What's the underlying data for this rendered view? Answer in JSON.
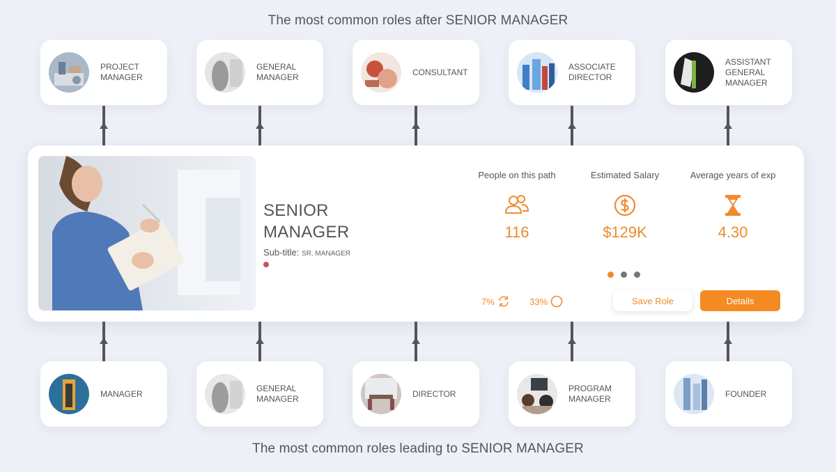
{
  "headings": {
    "top": "The most common roles after SENIOR MANAGER",
    "bottom": "The most common roles leading to SENIOR MANAGER"
  },
  "roles_after": [
    {
      "label": "PROJECT MANAGER"
    },
    {
      "label": "GENERAL MANAGER"
    },
    {
      "label": "CONSULTANT"
    },
    {
      "label": "ASSOCIATE DIRECTOR"
    },
    {
      "label": "ASSISTANT GENERAL MANAGER"
    }
  ],
  "roles_before": [
    {
      "label": "MANAGER"
    },
    {
      "label": "GENERAL MANAGER"
    },
    {
      "label": "DIRECTOR"
    },
    {
      "label": "PROGRAM MANAGER"
    },
    {
      "label": "FOUNDER"
    }
  ],
  "current_role": {
    "title": "SENIOR MANAGER",
    "subtitle_label": "Sub-title:",
    "subtitle_value": "SR. MANAGER"
  },
  "stats": {
    "people": {
      "label": "People on this path",
      "value": "116",
      "icon": "people-icon"
    },
    "salary": {
      "label": "Estimated Salary",
      "value": "$129K",
      "icon": "dollar-icon"
    },
    "experience": {
      "label": "Average years of exp",
      "value": "4.30",
      "icon": "hourglass-icon"
    }
  },
  "mini_stats": {
    "cycle": {
      "value": "7%",
      "icon": "refresh-icon"
    },
    "circle": {
      "value": "33%",
      "icon": "circle-icon"
    }
  },
  "buttons": {
    "save": "Save Role",
    "details": "Details"
  },
  "carousel": {
    "count": 3,
    "active_index": 0
  },
  "colors": {
    "accent": "#f58a22",
    "background": "#eef0f7",
    "dot_red": "#c8525a"
  }
}
